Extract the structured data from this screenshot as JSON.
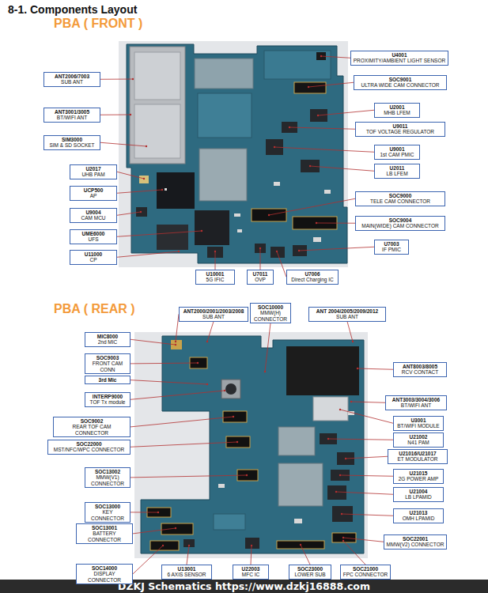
{
  "diagram": {
    "title": "8-1. Components Layout",
    "nodes": [
      {
        "text": [
          "ANT2006/7003",
          "SUB ANT"
        ]
      },
      {
        "text": [
          "ANT3001/3005",
          "BT/WIFI ANT"
        ]
      },
      {
        "text": [
          "SIM3000",
          "SIM & SD SOCKET"
        ]
      },
      {
        "text": [
          "U2017",
          "UHB PAM"
        ]
      },
      {
        "text": [
          "UCP500",
          "AP"
        ]
      },
      {
        "text": [
          "U9004",
          "CAM MCU"
        ]
      },
      {
        "text": [
          "UME6000",
          "UFS"
        ]
      },
      {
        "text": [
          "U11000",
          "CP"
        ]
      },
      {
        "text": [
          "U4001",
          "PROXIMITY/AMBIENT LIGHT SENSOR"
        ]
      },
      {
        "text": [
          "SOC9001",
          "ULTRA WIDE CAM CONNECTOR"
        ]
      },
      {
        "text": [
          "U2001",
          "MHB LFEM"
        ]
      },
      {
        "text": [
          "U9011",
          "TOF VOLTAGE REGULATOR"
        ]
      },
      {
        "text": [
          "U9001",
          "1st CAM PMIC"
        ]
      },
      {
        "text": [
          "U2011",
          "LB LFEM"
        ]
      },
      {
        "text": [
          "SOC9000",
          "TELE CAM CONNECTOR"
        ]
      },
      {
        "text": [
          "SOC9004",
          "MAIN(WIDE) CAM CONNECTOR"
        ]
      },
      {
        "text": [
          "U7003",
          "IF PMIC"
        ]
      },
      {
        "text": [
          "U10001",
          "5G IFIC"
        ]
      },
      {
        "text": [
          "U7011",
          "OVP"
        ]
      },
      {
        "text": [
          "U7006",
          "Direct Charging IC"
        ]
      },
      {
        "text": [
          "MIC8000",
          "2nd MIC"
        ]
      },
      {
        "text": [
          "SOC9003",
          "FRONT CAM CONN"
        ]
      },
      {
        "text": [
          "3rd Mic"
        ]
      },
      {
        "text": [
          "INTERP9000",
          "TOF Tx module"
        ]
      },
      {
        "text": [
          "SOC9002",
          "REAR TOF CAM CONNECTOR"
        ]
      },
      {
        "text": [
          "SOC22000",
          "MST/NFC/WPC CONNECTOR"
        ]
      },
      {
        "text": [
          "SOC13002",
          "MMW(V1) CONNECTOR"
        ]
      },
      {
        "text": [
          "SOC13000",
          "KEY CONNECTOR"
        ]
      },
      {
        "text": [
          "SOC13001",
          "BATTERY CONNECTOR"
        ]
      },
      {
        "text": [
          "SOC14000",
          "DISPLAY CONNECTOR"
        ]
      },
      {
        "text": [
          "ANT2000/2001/2003/2008",
          "SUB ANT"
        ]
      },
      {
        "text": [
          "SOC10000",
          "MMW(H) CONNECTOR"
        ]
      },
      {
        "text": [
          "ANT 2004/2005/2009/2012",
          "SUB ANT"
        ]
      },
      {
        "text": [
          "ANT8003/8005",
          "RCV CONTACT"
        ]
      },
      {
        "text": [
          "ANT3003/3004/3006",
          "BT/WIFI ANT"
        ]
      },
      {
        "text": [
          "U3001",
          "BT/WIFI MODULE"
        ]
      },
      {
        "text": [
          "U21002",
          "N41 PAM"
        ]
      },
      {
        "text": [
          "U21016/U21017",
          "ET MODULATOR"
        ]
      },
      {
        "text": [
          "U21015",
          "2G POWER AMP"
        ]
      },
      {
        "text": [
          "U21004",
          "LB LPAMID"
        ]
      },
      {
        "text": [
          "U21013",
          "OMH LPAMID"
        ]
      },
      {
        "text": [
          "SOC22001",
          "MMW(V2) CONNECTOR"
        ]
      },
      {
        "text": [
          "U13001",
          "6 AXIS SENSOR"
        ]
      },
      {
        "text": [
          "U22003",
          "MFC IC"
        ]
      },
      {
        "text": [
          "SOC23000",
          "LOWER SUB"
        ]
      },
      {
        "text": [
          "SOC21000",
          "FPC CONNECTOR"
        ]
      }
    ],
    "labels": [
      "PBA ( FRONT )",
      "PBA ( REAR )",
      "DZKJ Schematics https://www.dzkj16888.com"
    ]
  }
}
